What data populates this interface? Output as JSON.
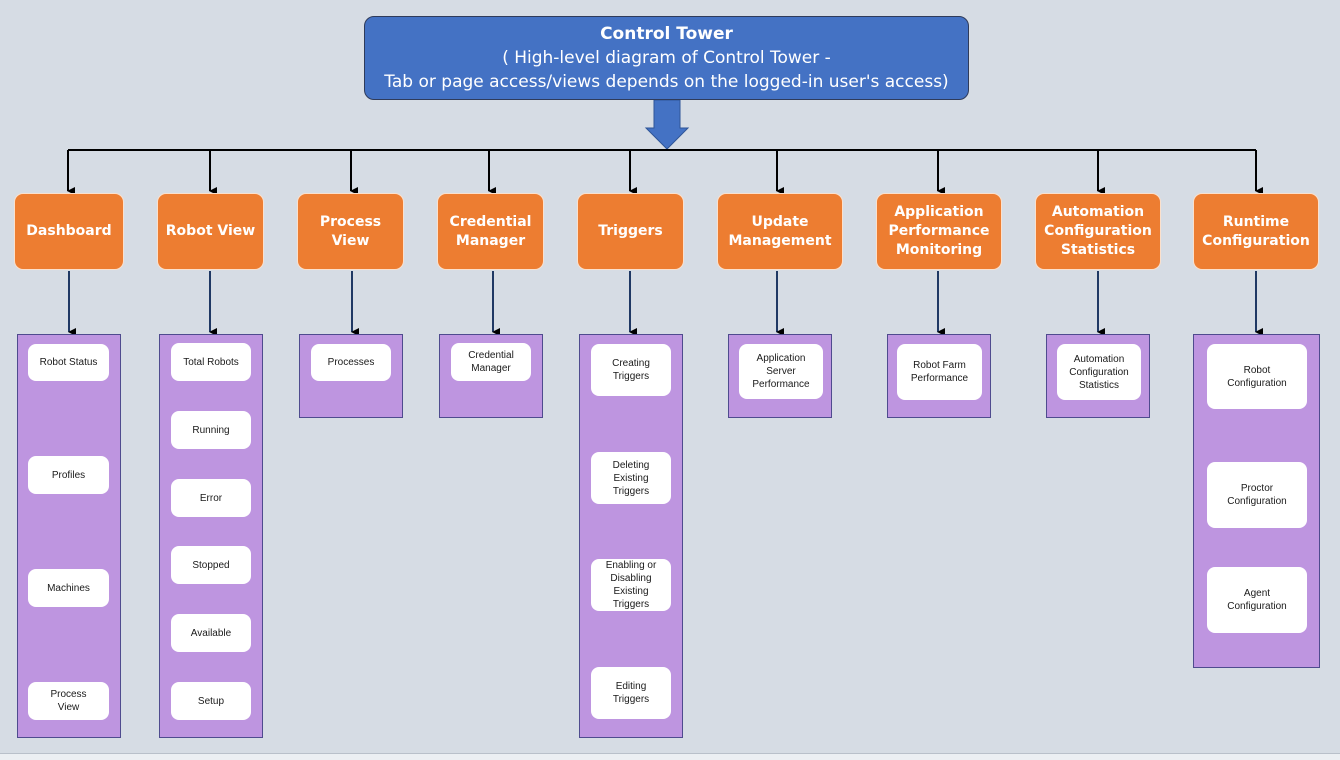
{
  "root": {
    "title": "Control Tower",
    "subtitle_line1": "( High-level diagram of Control Tower -",
    "subtitle_line2": "Tab or page access/views depends on the logged-in user's access)"
  },
  "colors": {
    "background": "#d6dce4",
    "root_fill": "#4472c4",
    "category_fill": "#ed7d31",
    "panel_fill": "#be95e0",
    "item_fill": "#ffffff",
    "connector": "#000000",
    "down_connector": "#1f3864"
  },
  "categories": [
    {
      "label": "Dashboard",
      "items": [
        "Robot Status",
        "Profiles",
        "Machines",
        "Process\nView"
      ]
    },
    {
      "label": "Robot View",
      "items": [
        "Total Robots",
        "Running",
        "Error",
        "Stopped",
        "Available",
        "Setup"
      ]
    },
    {
      "label": "Process\nView",
      "items": [
        "Processes"
      ]
    },
    {
      "label": "Credential\nManager",
      "items": [
        "Credential\nManager"
      ]
    },
    {
      "label": "Triggers",
      "items": [
        "Creating\nTriggers",
        "Deleting\nExisting\nTriggers",
        "Enabling or\nDisabling\nExisting\nTriggers",
        "Editing\nTriggers"
      ]
    },
    {
      "label": "Update\nManagement",
      "items": [
        "Application\nServer\nPerformance"
      ]
    },
    {
      "label": "Application\nPerformance\nMonitoring",
      "items": [
        "Robot Farm\nPerformance"
      ]
    },
    {
      "label": "Automation\nConfiguration\nStatistics",
      "items": [
        "Automation\nConfiguration\nStatistics"
      ]
    },
    {
      "label": "Runtime\nConfiguration",
      "items": [
        "Robot\nConfiguration",
        "Proctor\nConfiguration",
        "Agent\nConfiguration"
      ]
    }
  ]
}
